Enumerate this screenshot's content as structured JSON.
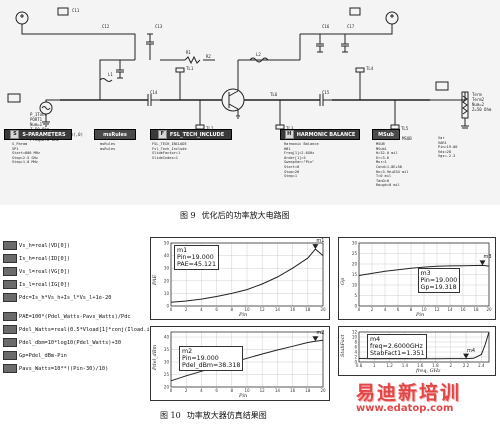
{
  "schematic": {
    "controllers": {
      "sparams": "S-PARAMETERS",
      "mrules": "msRules",
      "techinclude": "FSL_TECH_INCLUDE",
      "harmonic": "HARMONIC BALANCE",
      "msub": "MSub"
    },
    "params": {
      "sparams": [
        "S_Param",
        "SP1",
        "Start=800 MHz",
        "Stop=2.5 GHz",
        "Step=1.0 MHz"
      ],
      "mrules": [
        "msRules",
        "msRules"
      ],
      "techinclude": [
        "FSL_TECH_INCLUDE",
        "Fsl_Tech_Include",
        "SlideFactor=1",
        "SlideIndex=1"
      ],
      "harmonic": [
        "Harmonic Balance",
        "HB1",
        "Freq[1]=2.6GHz",
        "Order[1]=5",
        "SweepVar=\"Pin\"",
        "Start=0",
        "Stop=20",
        "Step=1"
      ],
      "msub": [
        "MSUB",
        "MSub1",
        "H=32.0 mil",
        "Er=3.6",
        "Mur=1",
        "Cond=1.0E+50",
        "Hu=3.9e+034 mil",
        "T=0 mil",
        "TanD=0",
        "Rough=0 mil"
      ],
      "vars": [
        "Var",
        "VAR1",
        "Pin=19.00",
        "Vds=28",
        "Vgs=-2.3"
      ]
    },
    "labels": [
      "C11",
      "C12",
      "C13",
      "C14",
      "C15",
      "C16",
      "C17",
      "L1",
      "L2",
      "R1",
      "R2",
      "TL1",
      "TL2",
      "TL3",
      "TL4",
      "TL5",
      "TL6",
      "MSUB"
    ],
    "port_labels": [
      "P_1Tone",
      "PORT1",
      "Num=1",
      "Z=50 Ohm",
      "P=polar(dbmtow(Pin),0)",
      "Freq=2.6 GHz",
      "Term",
      "Term2",
      "Num=2",
      "Z=50 Ohm"
    ]
  },
  "caption1": {
    "num": "图 9",
    "text": "优化后的功率放大电路图"
  },
  "equations": [
    "Vs_h=real(VD[0])",
    "Is_h=real(ID[0])",
    "Vs_l=real(VG[0])",
    "Is_l=real(IG[0])",
    "Pdc=Is_h*Vs_h+Is_l*Vs_l+1e-20",
    "PAE=100*(Pdel_Watts-Pavs_Watts)/Pdc",
    "Pdel_Watts=real(0.5*Vload[1]*conj(Iload.i[1]))",
    "Pdel_dbm=10*log10(Pdel_Watts)+30",
    "Gp=Pdel_dBm-Pin",
    "Pavs_Watts=10**((Pin-30)/10)"
  ],
  "chart_data": [
    {
      "type": "line",
      "ylabel": "PAE",
      "xlabel": "Pin",
      "xlim": [
        0,
        20
      ],
      "ylim": [
        0,
        50
      ],
      "xticks": [
        0,
        2,
        4,
        6,
        8,
        10,
        12,
        14,
        16,
        18,
        20
      ],
      "yticks": [
        0,
        10,
        20,
        30,
        40,
        50
      ],
      "x": [
        0,
        2,
        4,
        6,
        8,
        10,
        12,
        14,
        16,
        18,
        19,
        20
      ],
      "y": [
        3,
        4,
        5.5,
        7.5,
        10,
        13,
        17.5,
        23,
        30,
        38,
        45.12,
        40
      ],
      "marker": {
        "name": "m1",
        "lines": [
          "m1",
          "Pin=19.000",
          "PAE=45.121"
        ],
        "x": 19.0,
        "y": 45.12
      }
    },
    {
      "type": "line",
      "ylabel": "Gp",
      "xlabel": "Pin",
      "xlim": [
        0,
        20
      ],
      "ylim": [
        0,
        30
      ],
      "xticks": [
        0,
        2,
        4,
        6,
        8,
        10,
        12,
        14,
        16,
        18,
        20
      ],
      "yticks": [
        0,
        5,
        10,
        15,
        20,
        25,
        30
      ],
      "x": [
        0,
        2,
        4,
        6,
        8,
        10,
        12,
        14,
        16,
        18,
        19,
        20
      ],
      "y": [
        14.5,
        15.5,
        16.5,
        17.3,
        18,
        18.5,
        18.9,
        19.1,
        19.2,
        19.3,
        19.318,
        19.0
      ],
      "marker": {
        "name": "m3",
        "lines": [
          "m3",
          "Pin=19.000",
          "Gp=19.318"
        ],
        "x": 19.0,
        "y": 19.318
      }
    },
    {
      "type": "line",
      "ylabel": "Pdel_dBm",
      "xlabel": "Pin",
      "xlim": [
        0,
        20
      ],
      "ylim": [
        20,
        42
      ],
      "xticks": [
        0,
        2,
        4,
        6,
        8,
        10,
        12,
        14,
        16,
        18,
        20
      ],
      "yticks": [
        20,
        25,
        30,
        35,
        40
      ],
      "x": [
        0,
        2,
        4,
        6,
        8,
        10,
        12,
        14,
        16,
        18,
        19,
        20
      ],
      "y": [
        22.5,
        24.5,
        26.3,
        28,
        29.8,
        31.5,
        33.2,
        34.8,
        36.3,
        37.8,
        38.318,
        38.7
      ],
      "marker": {
        "name": "m2",
        "lines": [
          "m2",
          "Pin=19.000",
          "Pdel_dBm=38.318"
        ],
        "x": 19.0,
        "y": 38.318
      }
    },
    {
      "type": "line",
      "ylabel": "StabFact",
      "xlabel": "freq, GHz",
      "xlim": [
        0.8,
        2.5
      ],
      "ylim": [
        0,
        12
      ],
      "xticks": [
        0.8,
        1.0,
        1.2,
        1.4,
        1.6,
        1.8,
        2.0,
        2.2,
        2.4
      ],
      "yticks": [
        0,
        2,
        4,
        6,
        8,
        10,
        12
      ],
      "x": [
        0.8,
        1.0,
        1.2,
        1.4,
        1.6,
        1.8,
        2.0,
        2.2,
        2.3,
        2.4,
        2.45,
        2.5
      ],
      "y": [
        1.4,
        1.3,
        1.3,
        1.3,
        1.3,
        1.32,
        1.34,
        1.36,
        1.5,
        3,
        7,
        12
      ],
      "marker": {
        "name": "m4",
        "lines": [
          "m4",
          "freq=2.6000GHz",
          "StabFact1=1.351"
        ],
        "x": 2.2,
        "y": 1.351
      }
    }
  ],
  "caption2": {
    "num": "图 10",
    "text": "功率放大器仿真结果图"
  },
  "watermark": {
    "cn": "易迪新培训",
    "url": "www.edatop.com"
  }
}
